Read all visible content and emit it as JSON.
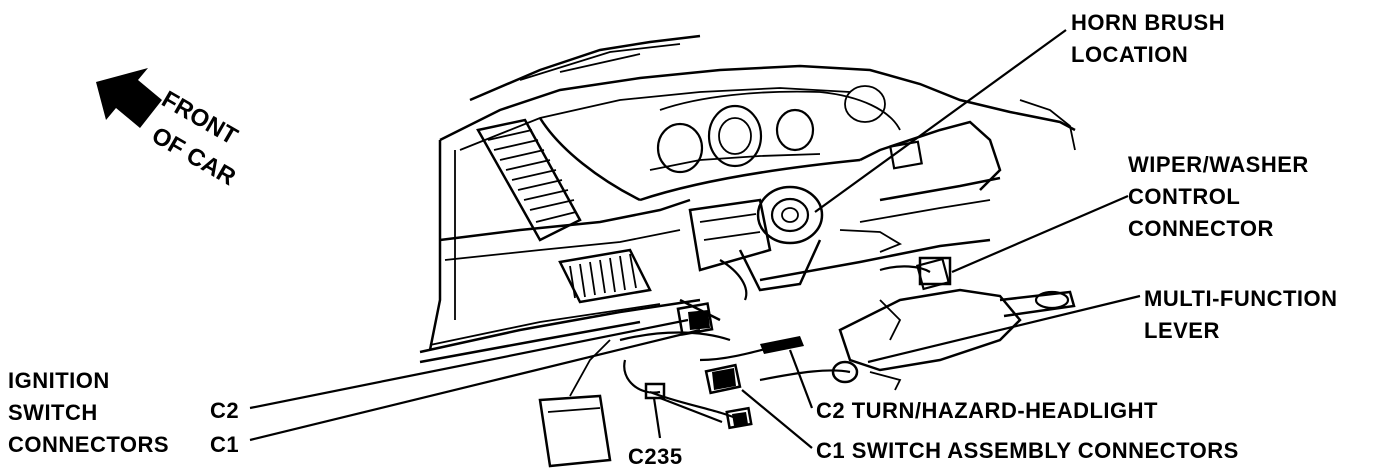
{
  "direction": {
    "line1": "FRONT",
    "line2": "OF CAR",
    "icon": "arrow-up-left"
  },
  "callouts": {
    "horn_brush": [
      "HORN BRUSH",
      "LOCATION"
    ],
    "wiper_washer": [
      "WIPER/WASHER",
      "CONTROL",
      "CONNECTOR"
    ],
    "multi_function": [
      "MULTI-FUNCTION",
      "LEVER"
    ],
    "ignition": [
      "IGNITION",
      "SWITCH",
      "CONNECTORS"
    ],
    "ign_c2": "C2",
    "ign_c1": "C1",
    "c2_turn": "C2 TURN/HAZARD-HEADLIGHT",
    "c1_switch": "C1 SWITCH ASSEMBLY CONNECTORS",
    "c235": "C235"
  }
}
